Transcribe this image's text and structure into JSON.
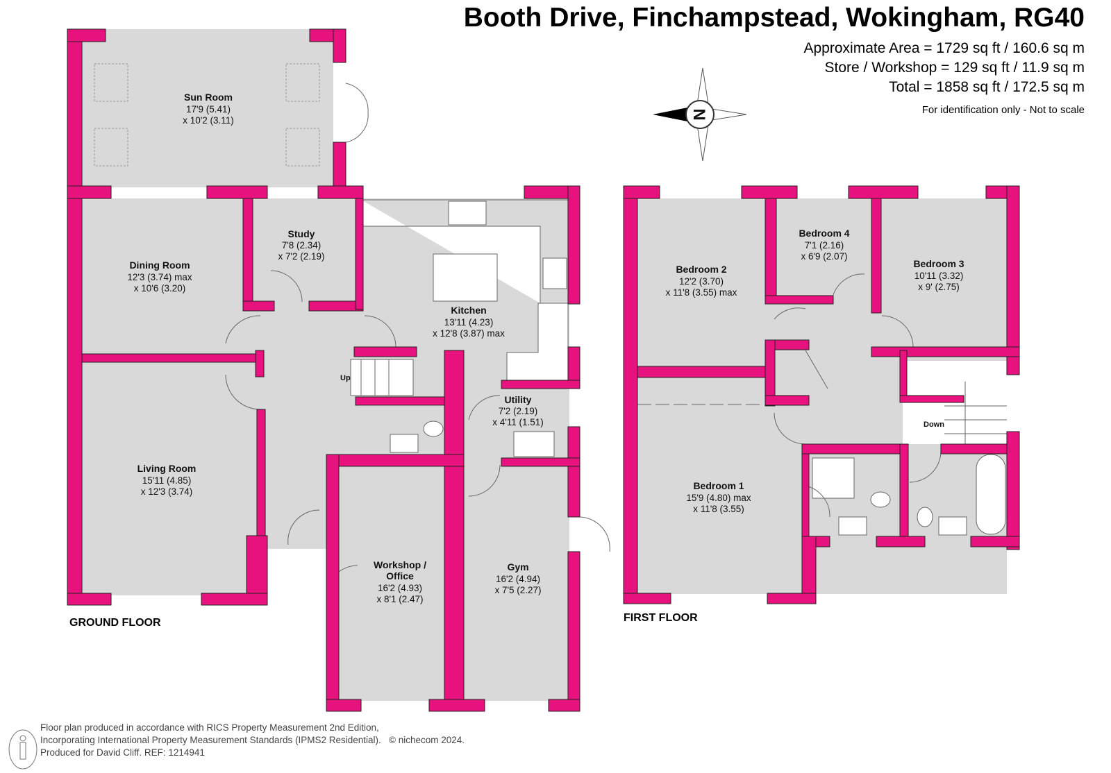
{
  "header": {
    "title": "Booth Drive, Finchampstead, Wokingham, RG40",
    "areas": [
      "Approximate Area = 1729 sq ft / 160.6 sq m",
      "Store / Workshop = 129 sq ft / 11.9 sq m",
      "Total = 1858 sq ft / 172.5 sq m"
    ],
    "disclaimer": "For identification only - Not to scale",
    "compass_letter": "N"
  },
  "floors": {
    "ground": {
      "label": "GROUND FLOOR",
      "rooms": [
        {
          "name": "Sun Room",
          "dims": [
            "17'9 (5.41)",
            "x 10'2 (3.11)"
          ]
        },
        {
          "name": "Dining Room",
          "dims": [
            "12'3 (3.74) max",
            "x 10'6 (3.20)"
          ]
        },
        {
          "name": "Study",
          "dims": [
            "7'8 (2.34)",
            "x 7'2 (2.19)"
          ]
        },
        {
          "name": "Kitchen",
          "dims": [
            "13'11 (4.23)",
            "x 12'8 (3.87) max"
          ]
        },
        {
          "name": "Utility",
          "dims": [
            "7'2 (2.19)",
            "x 4'11 (1.51)"
          ]
        },
        {
          "name": "Living Room",
          "dims": [
            "15'11 (4.85)",
            "x 12'3 (3.74)"
          ]
        },
        {
          "name": "Workshop /",
          "name2": "Office",
          "dims": [
            "16'2 (4.93)",
            "x 8'1 (2.47)"
          ]
        },
        {
          "name": "Gym",
          "dims": [
            "16'2 (4.94)",
            "x 7'5 (2.27)"
          ]
        }
      ],
      "stairs_label": "Up"
    },
    "first": {
      "label": "FIRST FLOOR",
      "rooms": [
        {
          "name": "Bedroom 2",
          "dims": [
            "12'2 (3.70)",
            "x 11'8 (3.55) max"
          ]
        },
        {
          "name": "Bedroom 4",
          "dims": [
            "7'1 (2.16)",
            "x 6'9 (2.07)"
          ]
        },
        {
          "name": "Bedroom 3",
          "dims": [
            "10'11 (3.32)",
            "x 9' (2.75)"
          ]
        },
        {
          "name": "Bedroom 1",
          "dims": [
            "15'9 (4.80) max",
            "x 11'8 (3.55)"
          ]
        }
      ],
      "stairs_label": "Down"
    }
  },
  "footer": {
    "lines": [
      "Floor plan produced in accordance with RICS Property Measurement 2nd Edition,",
      "Incorporating International Property Measurement Standards (IPMS2 Residential).",
      "Produced for David Cliff.   REF: 1214941"
    ],
    "copyright": "© nichecom 2024."
  },
  "colors": {
    "wall": "#e8127f",
    "room": "#d9d9d9"
  }
}
